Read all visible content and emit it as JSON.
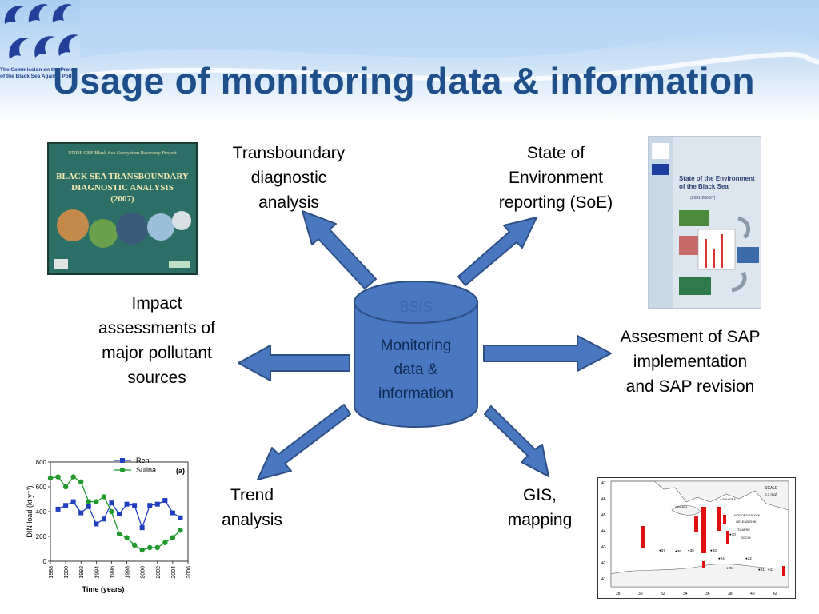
{
  "header": {
    "title": "Usage of monitoring data & information",
    "logo_caption_line1": "The Commission on the Protection",
    "logo_caption_line2": "of the Black Sea Against Pollution"
  },
  "center": {
    "db_label": "BSIS",
    "text": [
      "Monitoring",
      "data &",
      "information"
    ]
  },
  "nodes": {
    "tda": [
      "Transboundary",
      "diagnostic",
      "analysis"
    ],
    "soe": [
      "State of",
      "Environment",
      "reporting (SoE)"
    ],
    "impact": [
      "Impact",
      "assessments of",
      "major pollutant",
      "sources"
    ],
    "sap": [
      "Assesment of SAP",
      "implementation",
      "and SAP revision"
    ],
    "trend": [
      "Trend",
      "analysis"
    ],
    "gis": [
      "GIS,",
      "mapping"
    ]
  },
  "tda_cover": {
    "header_text": "UNDP GEF Black Sea Ecosystem Recovery Project",
    "title_lines": [
      "BLACK SEA TRANSBOUNDARY",
      "DIAGNOSTIC ANALYSIS",
      "(2007)"
    ]
  },
  "soe_cover": {
    "title_lines": [
      "State of the Environment",
      "of the Black Sea"
    ],
    "subtitle": "(2001-2006/7)"
  },
  "colors": {
    "arrow_fill": "#4a78c0",
    "arrow_stroke": "#2d4f86",
    "cylinder_fill": "#4a78c0",
    "title": "#1f4f8a",
    "reni": "#1f3fbf",
    "sulina": "#1f9a2a",
    "map_bar": "#e01010"
  },
  "chart_data": {
    "type": "line",
    "title": "",
    "annotation": "(a)",
    "xlabel": "Time (years)",
    "ylabel": "DIN load (kt y⁻¹)",
    "xlim": [
      1988,
      2006
    ],
    "ylim": [
      0,
      800
    ],
    "xticks": [
      1988,
      1990,
      1992,
      1994,
      1996,
      1998,
      2000,
      2002,
      2004,
      2006
    ],
    "yticks": [
      0,
      200,
      400,
      600,
      800
    ],
    "series": [
      {
        "name": "Reni",
        "marker": "square",
        "x": [
          1989,
          1990,
          1991,
          1992,
          1993,
          1994,
          1995,
          1996,
          1997,
          1998,
          1999,
          2000,
          2001,
          2002,
          2003,
          2004,
          2005
        ],
        "y": [
          420,
          450,
          480,
          390,
          440,
          300,
          340,
          470,
          380,
          460,
          450,
          270,
          450,
          460,
          490,
          390,
          350
        ]
      },
      {
        "name": "Sulina",
        "marker": "circle",
        "x": [
          1988,
          1989,
          1990,
          1991,
          1992,
          1993,
          1994,
          1995,
          1996,
          1997,
          1998,
          1999,
          2000,
          2001,
          2002,
          2003,
          2004,
          2005
        ],
        "y": [
          670,
          680,
          600,
          680,
          640,
          480,
          480,
          520,
          400,
          220,
          190,
          130,
          90,
          110,
          110,
          150,
          190,
          250
        ]
      }
    ]
  },
  "map_data": {
    "scale_label": "SCALE",
    "scale_unit": "0.1 mg/l",
    "place_labels": [
      "AZOV SEA",
      "CRIMEA",
      "NOVOROSSIYSK",
      "GELENDZHIK",
      "TUAPSE",
      "SOCHI"
    ],
    "x_ticks": [
      "28",
      "30",
      "32",
      "34",
      "36",
      "38",
      "40",
      "42"
    ],
    "y_ticks": [
      "47",
      "46",
      "45",
      "44",
      "43",
      "42",
      "41"
    ],
    "station_labels": [
      "37",
      "36",
      "35",
      "33",
      "24",
      "22",
      "25",
      "21",
      "11",
      "10"
    ]
  }
}
